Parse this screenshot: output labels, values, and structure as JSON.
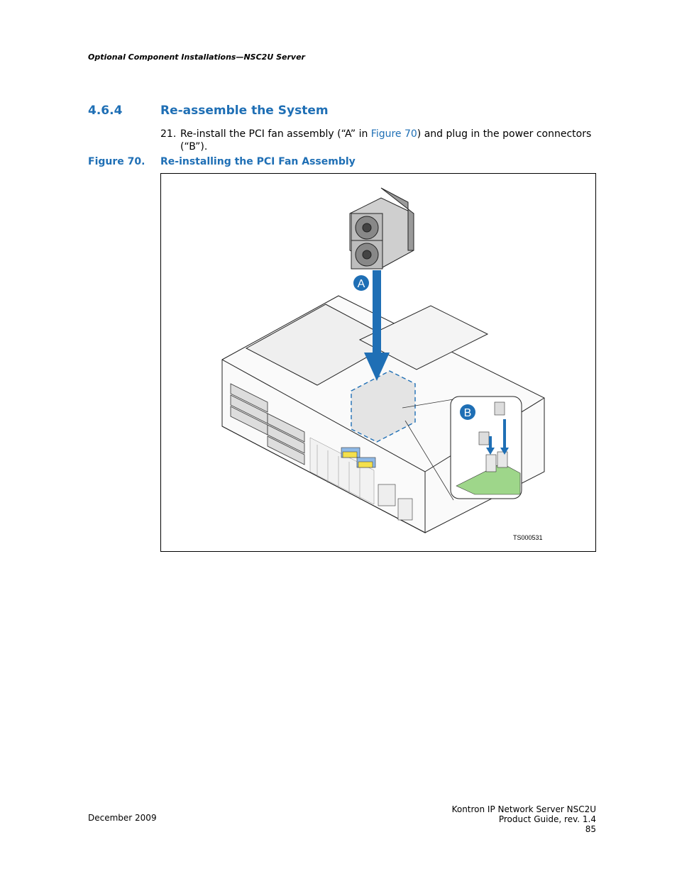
{
  "header": {
    "running_title": "Optional Component Installations—NSC2U Server"
  },
  "section": {
    "number": "4.6.4",
    "title": "Re-assemble the System"
  },
  "step": {
    "number": "21.",
    "text_before": "Re-install the PCI fan assembly (“A” in ",
    "link": "Figure 70",
    "text_after": ") and plug in the power connectors (“B”)."
  },
  "figure": {
    "number": "Figure 70.",
    "title": "Re-installing the PCI Fan Assembly",
    "callout_a": "A",
    "callout_b": "B",
    "image_id": "TS000531"
  },
  "footer": {
    "date": "December 2009",
    "product": "Kontron IP Network Server NSC2U",
    "guide": "Product Guide, rev. 1.4",
    "page": "85"
  }
}
